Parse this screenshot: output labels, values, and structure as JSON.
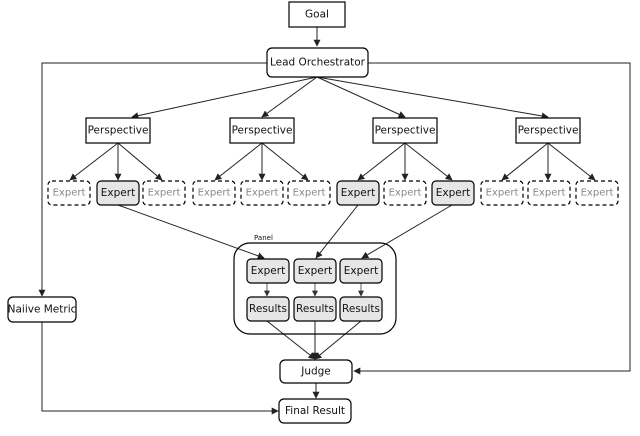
{
  "goal": "Goal",
  "lead_orchestrator": "Lead Orchestrator",
  "perspectives": [
    {
      "label": "Perspective",
      "experts": [
        {
          "label": "Expert",
          "selected": false
        },
        {
          "label": "Expert",
          "selected": true
        },
        {
          "label": "Expert",
          "selected": false
        }
      ]
    },
    {
      "label": "Perspective",
      "experts": [
        {
          "label": "Expert",
          "selected": false
        },
        {
          "label": "Expert",
          "selected": false
        },
        {
          "label": "Expert",
          "selected": false
        }
      ]
    },
    {
      "label": "Perspective",
      "experts": [
        {
          "label": "Expert",
          "selected": true
        },
        {
          "label": "Expert",
          "selected": false
        },
        {
          "label": "Expert",
          "selected": true
        }
      ]
    },
    {
      "label": "Perspective",
      "experts": [
        {
          "label": "Expert",
          "selected": false
        },
        {
          "label": "Expert",
          "selected": false
        },
        {
          "label": "Expert",
          "selected": false
        }
      ]
    }
  ],
  "panel": {
    "title": "Panel",
    "experts": [
      "Expert",
      "Expert",
      "Expert"
    ],
    "results": [
      "Results",
      "Results",
      "Results"
    ]
  },
  "naive_metric": "Naiive Metric",
  "judge": "Judge",
  "final_result": "Final Result",
  "colors": {
    "selected_fill": "#e6e6e6",
    "dim_text": "#888888",
    "stroke": "#000000"
  }
}
